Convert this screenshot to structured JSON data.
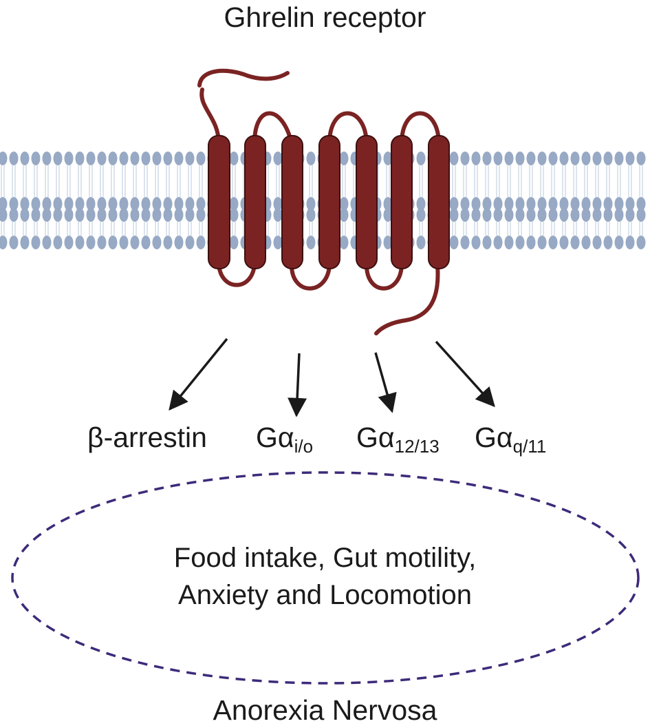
{
  "title": "Ghrelin receptor",
  "receptor": {
    "helix_count": 7,
    "color": "#7b2323",
    "outline": "#3d0f0f"
  },
  "membrane": {
    "head_color": "#97a9c4",
    "tail_color": "#c5d2e3"
  },
  "pathways": [
    {
      "base": "β-arrestin",
      "sub": ""
    },
    {
      "base": "Gα",
      "sub": "i/o"
    },
    {
      "base": "Gα",
      "sub": "12/13"
    },
    {
      "base": "Gα",
      "sub": "q/11"
    }
  ],
  "effects": {
    "line1": "Food intake, Gut motility,",
    "line2": "Anxiety and Locomotion",
    "border_color": "#3d2a7a"
  },
  "footer": "Anorexia Nervosa"
}
